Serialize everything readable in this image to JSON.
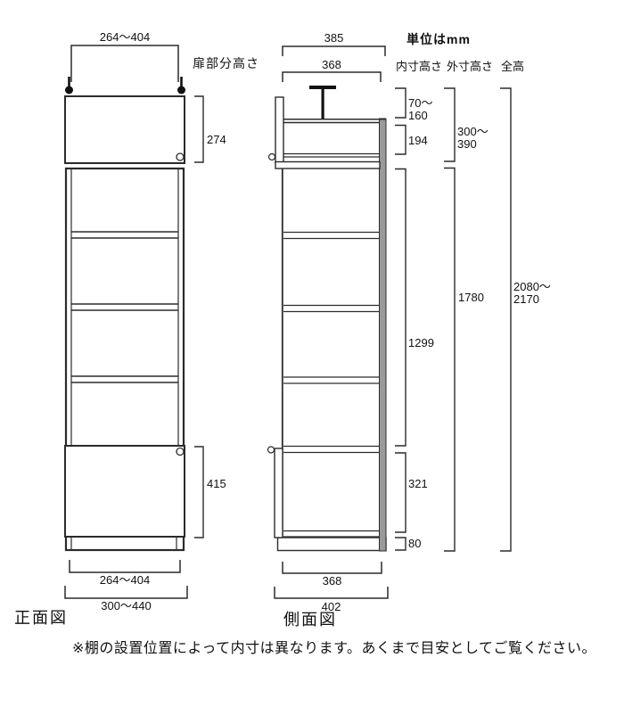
{
  "unit_note": "単位はmm",
  "front_view": {
    "label": "正面図",
    "door_section_label": "扉部分高さ",
    "dims": {
      "top_width": "264〜404",
      "upper_door_height": "274",
      "lower_door_height": "415",
      "bottom_width_inner": "264〜404",
      "bottom_width_outer": "300〜440"
    }
  },
  "side_view": {
    "label": "側面図",
    "dims": {
      "top_width_outer": "385",
      "top_width_inner": "368",
      "bottom_depth_inner": "368",
      "bottom_depth_outer": "402"
    }
  },
  "height_columns": {
    "inner": {
      "header": "内寸高さ",
      "values": [
        "70〜\n160",
        "194",
        "1299",
        "321",
        "80"
      ]
    },
    "outer": {
      "header": "外寸高さ",
      "values": [
        "300〜\n390",
        "1780"
      ]
    },
    "total": {
      "header": "全高",
      "values": [
        "2080〜\n2170"
      ]
    }
  },
  "footnote": "※棚の設置位置によって内寸は異なります。あくまで目安としてご覧ください。"
}
